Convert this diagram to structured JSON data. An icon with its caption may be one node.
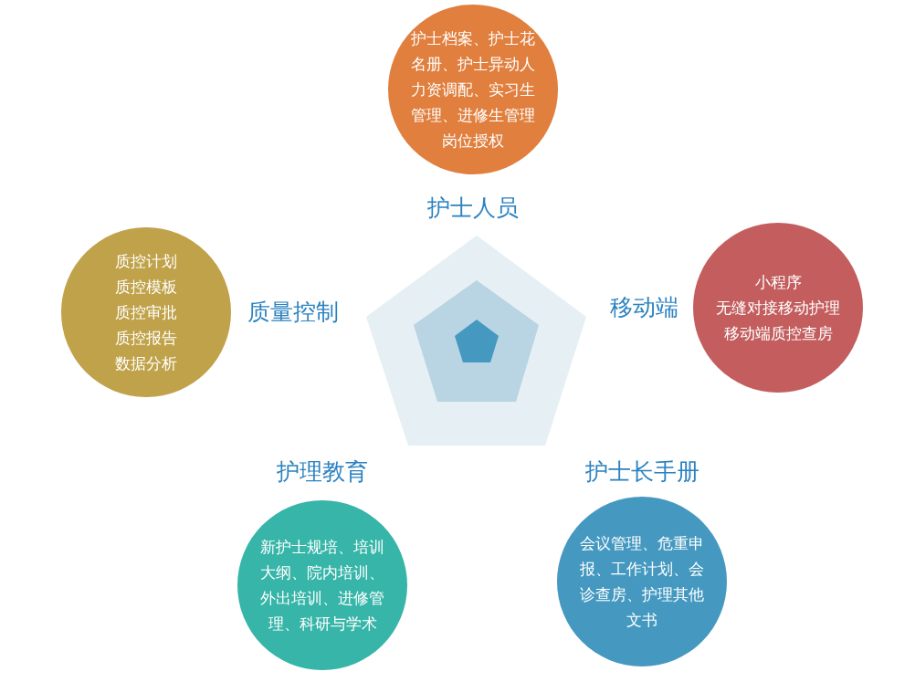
{
  "diagram": {
    "nodes": [
      {
        "text": [
          "护士档案、护士花名册、护士异动人力资调配、实习生管理、进修生管理",
          "岗位授权",
          "护士人员"
        ]
      },
      {
        "text": [
          "移动端",
          "小程序",
          "无缝对接移动护理",
          "移动端质控查房"
        ]
      },
      {
        "text": [
          "质控计划",
          "质控模板",
          "质控审批",
          "质控报告",
          "数据分析",
          "质量控制"
        ]
      },
      {
        "text": [
          "护理教育",
          "新护士规培、培训大纲、院内培训、外出培训、进修管理、科研与学术"
        ]
      },
      {
        "text": [
          "护士长手册",
          "会议管理、危重申报、工作计划、会诊查房、护理其他文书"
        ]
      }
    ]
  }
}
